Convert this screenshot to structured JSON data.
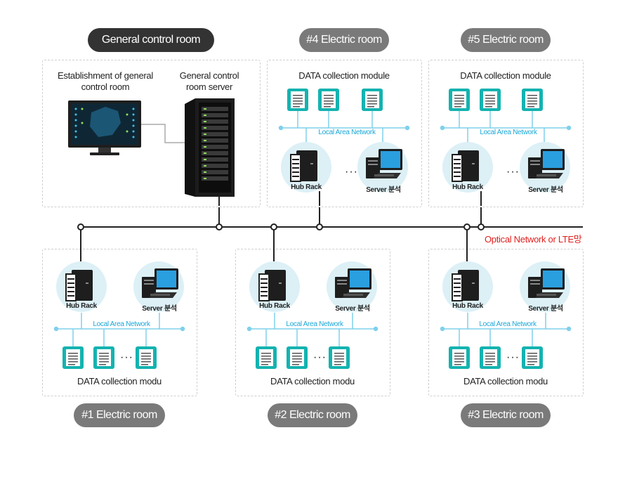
{
  "rooms": {
    "general": {
      "label": "General control room",
      "monitor_label": "Establishment of general control room",
      "server_label": "General control room server"
    },
    "room4": {
      "label": "#4 Electric room",
      "module_label": "DATA collection module",
      "hub_label": "Hub Rack",
      "server_label": "Server 분석",
      "lan_label": "Local Area Network",
      "ellipsis": "···"
    },
    "room5": {
      "label": "#5 Electric room",
      "module_label": "DATA collection module",
      "hub_label": "Hub Rack",
      "server_label": "Server 분석",
      "lan_label": "Local Area Network",
      "ellipsis": "···"
    },
    "room1": {
      "label": "#1 Electric room",
      "module_label": "DATA collection modu",
      "hub_label": "Hub Rack",
      "server_label": "Server 분석",
      "lan_label": "Local Area Network",
      "ellipsis": "···"
    },
    "room2": {
      "label": "#2 Electric room",
      "module_label": "DATA collection modu",
      "hub_label": "Hub Rack",
      "server_label": "Server 분석",
      "lan_label": "Local Area Network",
      "ellipsis": "···"
    },
    "room3": {
      "label": "#3 Electric room",
      "module_label": "DATA collection modu",
      "hub_label": "Hub Rack",
      "server_label": "Server 분석",
      "lan_label": "Local Area Network",
      "ellipsis": "···"
    }
  },
  "network": {
    "backbone_label": "Optical Network or LTE망"
  },
  "colors": {
    "pill_dark": "#333333",
    "pill_gray": "#7a7a7a",
    "lan_blue": "#1aa7d8",
    "accent_red": "#e0201d",
    "module_teal": "#14b3b0"
  }
}
